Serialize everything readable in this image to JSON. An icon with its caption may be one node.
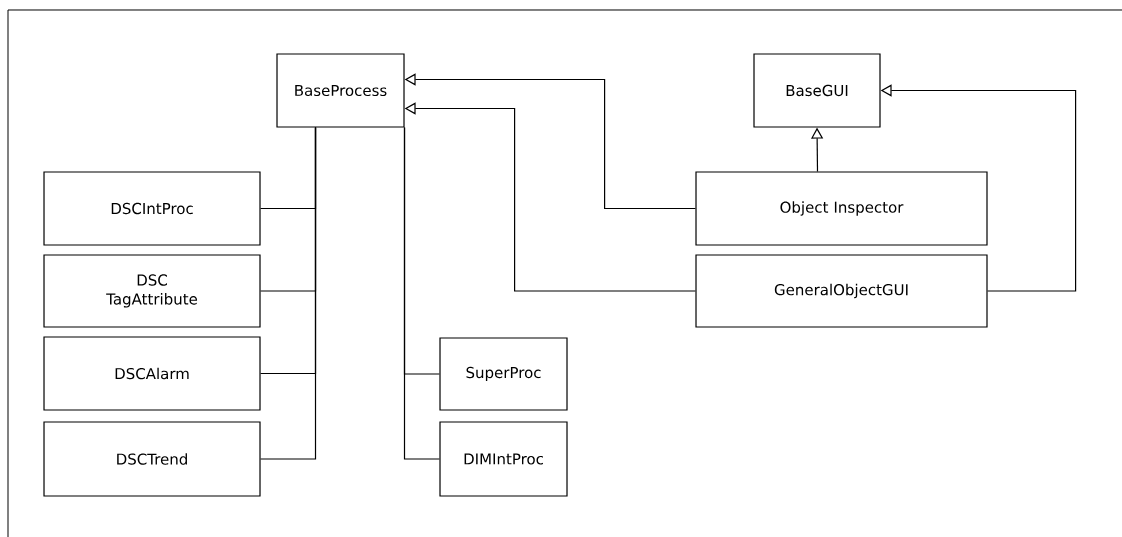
{
  "diagram": {
    "nodes": [
      {
        "text": [
          "BaseProcess"
        ]
      },
      {
        "text": [
          "BaseGUI"
        ]
      },
      {
        "text": [
          "DSCIntProc"
        ]
      },
      {
        "text": [
          "Object Inspector"
        ]
      },
      {
        "text": [
          "DSC TagAttribute"
        ]
      },
      {
        "text": [
          "GeneralObjectGUI"
        ]
      },
      {
        "text": [
          "DSCAlarm"
        ]
      },
      {
        "text": [
          "SuperProc"
        ]
      },
      {
        "text": [
          "DSCTrend"
        ]
      },
      {
        "text": [
          "DIMIntProc"
        ]
      }
    ],
    "edges": [
      {
        "from": 2,
        "to": 0,
        "arrow": "none"
      },
      {
        "from": 4,
        "to": 0,
        "arrow": "none"
      },
      {
        "from": 6,
        "to": 0,
        "arrow": "none"
      },
      {
        "from": 8,
        "to": 0,
        "arrow": "none"
      },
      {
        "from": 7,
        "to": 0,
        "arrow": "none"
      },
      {
        "from": 9,
        "to": 0,
        "arrow": "none"
      },
      {
        "from": 3,
        "to": 0,
        "arrow": "to"
      },
      {
        "from": 5,
        "to": 0,
        "arrow": "to"
      },
      {
        "from": 3,
        "to": 1,
        "arrow": "to"
      },
      {
        "from": 5,
        "to": 1,
        "arrow": "to"
      }
    ]
  }
}
